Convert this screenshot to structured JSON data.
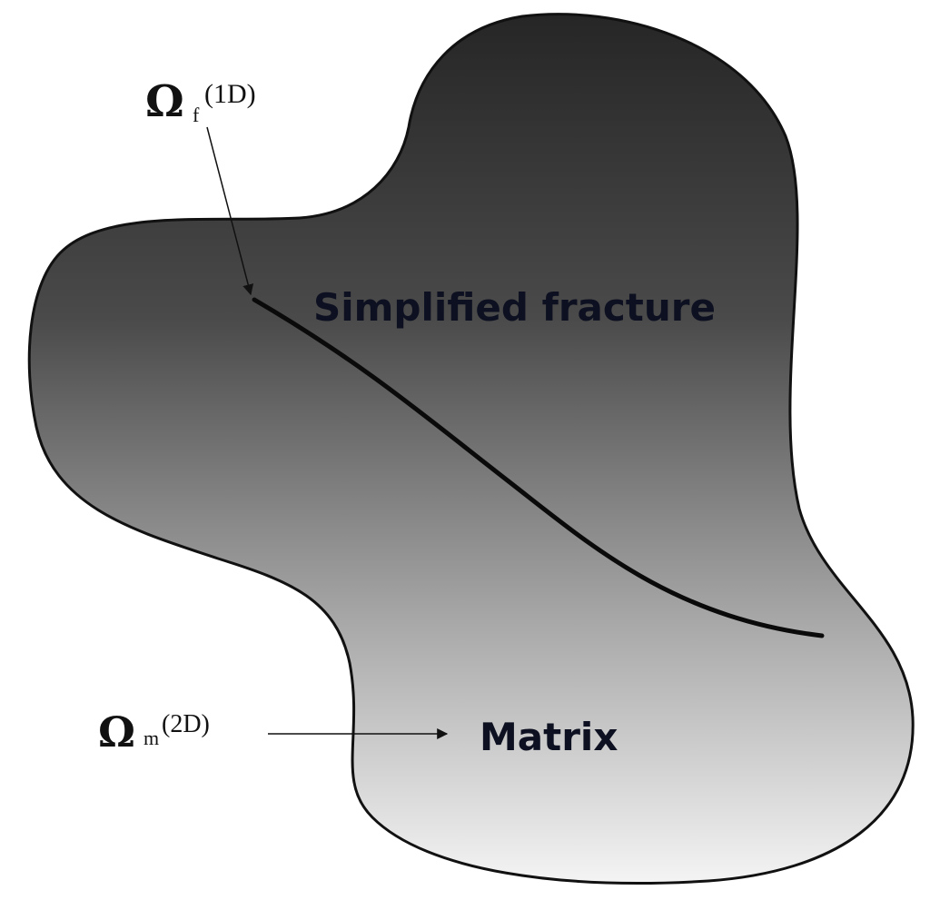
{
  "fracture_label": {
    "symbol": "Ω",
    "subscript": "f",
    "dimension": "(1D)"
  },
  "matrix_label": {
    "symbol": "Ω",
    "subscript": "m",
    "dimension": "(2D)"
  },
  "region_labels": {
    "fracture": "Simplified fracture",
    "matrix": "Matrix"
  },
  "colors": {
    "domain_top": "#2a2a2a",
    "domain_bottom": "#f2f2f2",
    "outline": "#111111",
    "fracture_line": "#0a0a0a",
    "text": "#0d1020"
  }
}
